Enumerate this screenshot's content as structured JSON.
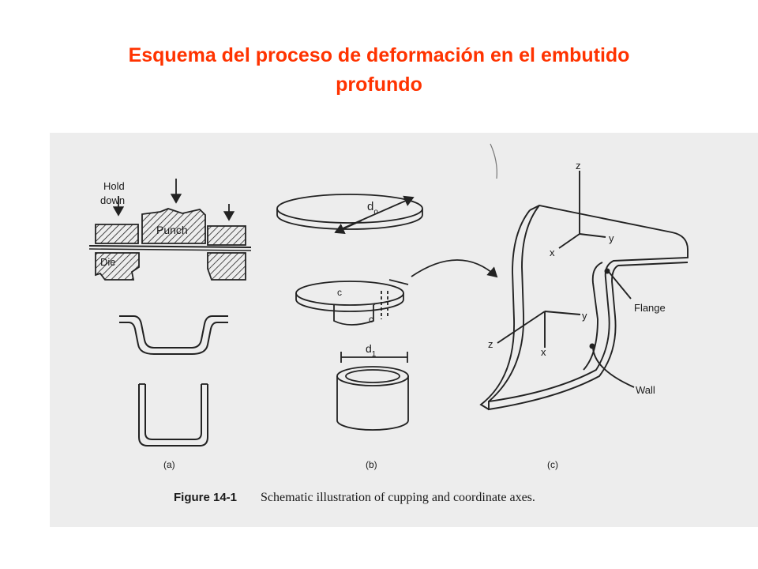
{
  "slide": {
    "title_line1": "Esquema del proceso de deformación en el embutido",
    "title_line2": "profundo"
  },
  "figure": {
    "labels": {
      "hold": "Hold",
      "down": "down",
      "punch": "Punch",
      "die": "Die",
      "d0": "d",
      "d0_sub": "o",
      "d1": "d",
      "d1_sub": "1",
      "flange": "Flange",
      "wall": "Wall",
      "axis_z": "z",
      "axis_y": "y",
      "axis_x": "x"
    },
    "panel_labels": [
      "(a)",
      "(b)",
      "(c)"
    ],
    "caption_number": "Figure 14-1",
    "caption_text": "Schematic illustration of cupping and coordinate axes."
  }
}
